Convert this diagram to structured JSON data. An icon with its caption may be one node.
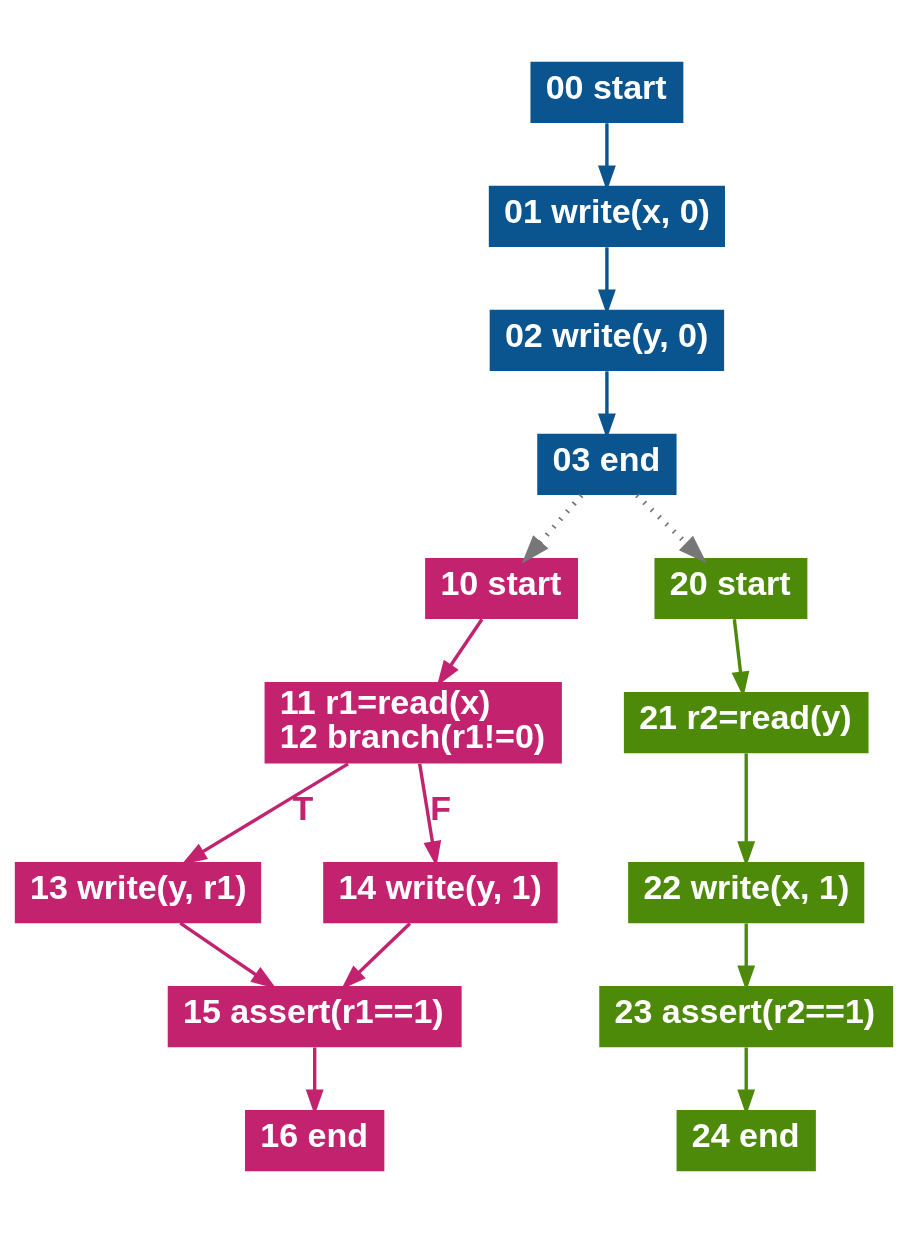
{
  "diagram": {
    "nodes": [
      {
        "text": [
          "00 start"
        ]
      },
      {
        "text": [
          "01 write(x, 0)"
        ]
      },
      {
        "text": [
          "02 write(y, 0)"
        ]
      },
      {
        "text": [
          "03 end"
        ]
      },
      {
        "text": [
          "10 start"
        ]
      },
      {
        "text": [
          "11 r1=read(x)",
          "12 branch(r1!=0)"
        ]
      },
      {
        "text": [
          "13 write(y, r1)"
        ]
      },
      {
        "text": [
          "14 write(y, 1)"
        ]
      },
      {
        "text": [
          "15 assert(r1==1)"
        ]
      },
      {
        "text": [
          "16 end"
        ]
      },
      {
        "text": [
          "20 start"
        ]
      },
      {
        "text": [
          "21 r2=read(y)"
        ]
      },
      {
        "text": [
          "22 write(x, 1)"
        ]
      },
      {
        "text": [
          "23 assert(r2==1)"
        ]
      },
      {
        "text": [
          "24 end"
        ]
      }
    ],
    "edges": [
      {
        "from": 0,
        "to": 1,
        "arrow": "to",
        "color": "#0a5590"
      },
      {
        "from": 1,
        "to": 2,
        "arrow": "to",
        "color": "#0a5590"
      },
      {
        "from": 2,
        "to": 3,
        "arrow": "to",
        "color": "#0a5590"
      },
      {
        "from": 3,
        "to": 4,
        "arrow": "to",
        "style": "dashed",
        "color": "#777777"
      },
      {
        "from": 3,
        "to": 10,
        "arrow": "to",
        "style": "dashed",
        "color": "#777777"
      },
      {
        "from": 4,
        "to": 5,
        "arrow": "to",
        "color": "#c2226e"
      },
      {
        "from": 5,
        "to": 6,
        "arrow": "to",
        "label": "T",
        "color": "#c2226e"
      },
      {
        "from": 5,
        "to": 7,
        "arrow": "to",
        "label": "F",
        "color": "#c2226e"
      },
      {
        "from": 6,
        "to": 8,
        "arrow": "to",
        "color": "#c2226e"
      },
      {
        "from": 7,
        "to": 8,
        "arrow": "to",
        "color": "#c2226e"
      },
      {
        "from": 8,
        "to": 9,
        "arrow": "to",
        "color": "#c2226e"
      },
      {
        "from": 10,
        "to": 11,
        "arrow": "to",
        "color": "#4e8a0a"
      },
      {
        "from": 11,
        "to": 12,
        "arrow": "to",
        "color": "#4e8a0a"
      },
      {
        "from": 12,
        "to": 13,
        "arrow": "to",
        "color": "#4e8a0a"
      },
      {
        "from": 13,
        "to": 14,
        "arrow": "to",
        "color": "#4e8a0a"
      }
    ]
  }
}
